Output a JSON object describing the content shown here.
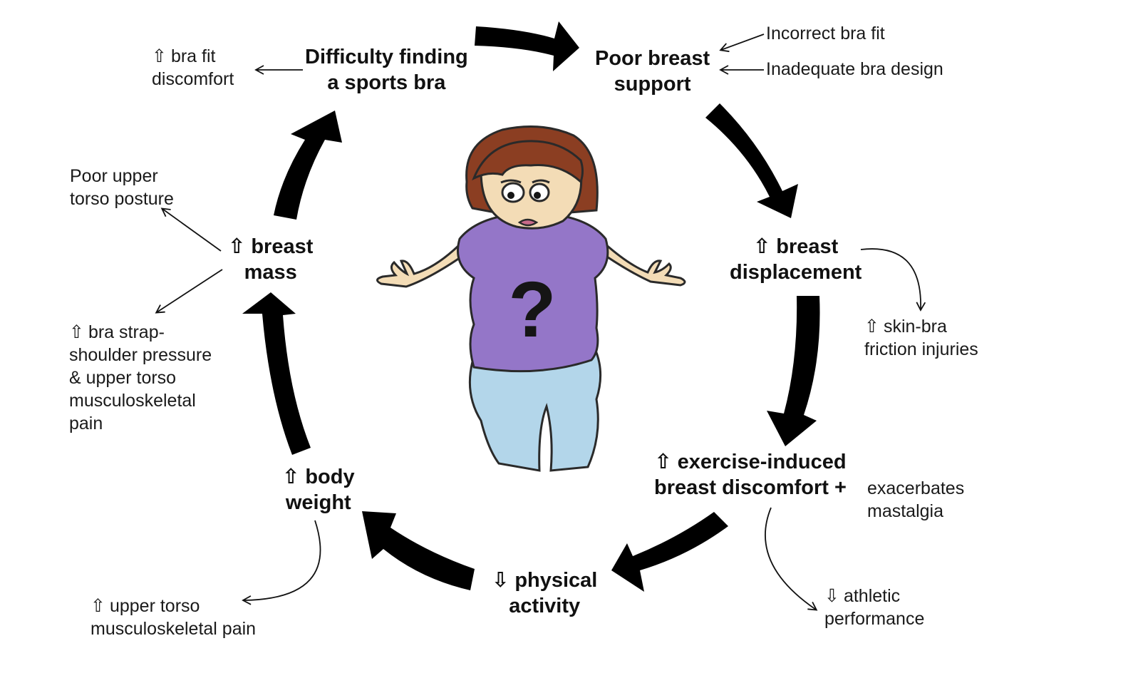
{
  "glyphs": {
    "up": "⇧",
    "down": "⇩"
  },
  "nodes": {
    "difficulty": {
      "line1": "Difficulty finding",
      "line2": "a sports bra"
    },
    "poor_support": {
      "line1": "Poor breast",
      "line2": "support"
    },
    "displacement": {
      "line1": "breast",
      "line2": "displacement"
    },
    "discomfort": {
      "line1": "exercise-induced",
      "line2": "breast discomfort +"
    },
    "physical": {
      "line1": "physical",
      "line2": "activity"
    },
    "body_weight": {
      "line1": "body",
      "line2": "weight"
    },
    "breast_mass": {
      "line1": "breast",
      "line2": "mass"
    }
  },
  "side_notes": {
    "bra_fit_discomfort": {
      "line1": "bra fit",
      "line2": "discomfort"
    },
    "incorrect_fit": "Incorrect bra fit",
    "inadequate_design": "Inadequate bra design",
    "posture": {
      "line1": "Poor upper",
      "line2": "torso posture"
    },
    "strap_pressure": {
      "line1": "bra strap-",
      "line2": "shoulder pressure",
      "line3": "& upper torso",
      "line4": "musculoskeletal",
      "line5": "pain"
    },
    "friction": {
      "line1": "skin-bra",
      "line2": "friction injuries"
    },
    "mastalgia": {
      "line1": "exacerbates",
      "line2": "mastalgia"
    },
    "athletic": {
      "line1": "athletic",
      "line2": "performance"
    },
    "upper_torso_pain": {
      "line1": "upper torso",
      "line2": "musculoskeletal pain"
    }
  },
  "figure": {
    "shirt_symbol": "?"
  },
  "colors": {
    "arrow": "#000000",
    "hair": "#8b3e22",
    "skin": "#f3dcb6",
    "shirt": "#9476c8",
    "jeans": "#b3d6ea",
    "outline": "#2a2a2a"
  }
}
